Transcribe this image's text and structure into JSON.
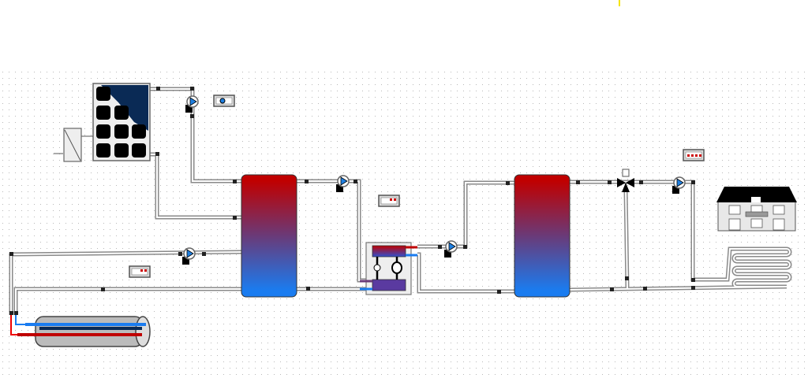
{
  "diagram": {
    "components": [
      {
        "id": "pv-panel",
        "type": "photovoltaic-panel"
      },
      {
        "id": "inverter",
        "type": "inverter"
      },
      {
        "id": "solar-pump",
        "type": "pump"
      },
      {
        "id": "solar-controller",
        "type": "controller"
      },
      {
        "id": "buffer-tank-1",
        "type": "storage-tank"
      },
      {
        "id": "tank-pump",
        "type": "pump"
      },
      {
        "id": "station-controller",
        "type": "controller"
      },
      {
        "id": "heat-exchanger-station",
        "type": "heat-exchanger"
      },
      {
        "id": "station-pump",
        "type": "pump"
      },
      {
        "id": "collector-pump",
        "type": "pump"
      },
      {
        "id": "collector-controller",
        "type": "controller"
      },
      {
        "id": "tube-collector",
        "type": "solar-tube-collector"
      },
      {
        "id": "buffer-tank-2",
        "type": "storage-tank"
      },
      {
        "id": "mixing-valve",
        "type": "three-way-valve"
      },
      {
        "id": "heating-pump",
        "type": "pump"
      },
      {
        "id": "heating-controller",
        "type": "controller"
      },
      {
        "id": "house",
        "type": "building"
      },
      {
        "id": "underfloor-heating",
        "type": "floor-heating-coil"
      }
    ]
  },
  "colors": {
    "hot": "#c00000",
    "cold": "#1a7cf0",
    "pv_cells": "#0a2a55",
    "pump": "#1f7fe0",
    "pipe": "#8a8a8a",
    "marker": "#f5e400"
  }
}
